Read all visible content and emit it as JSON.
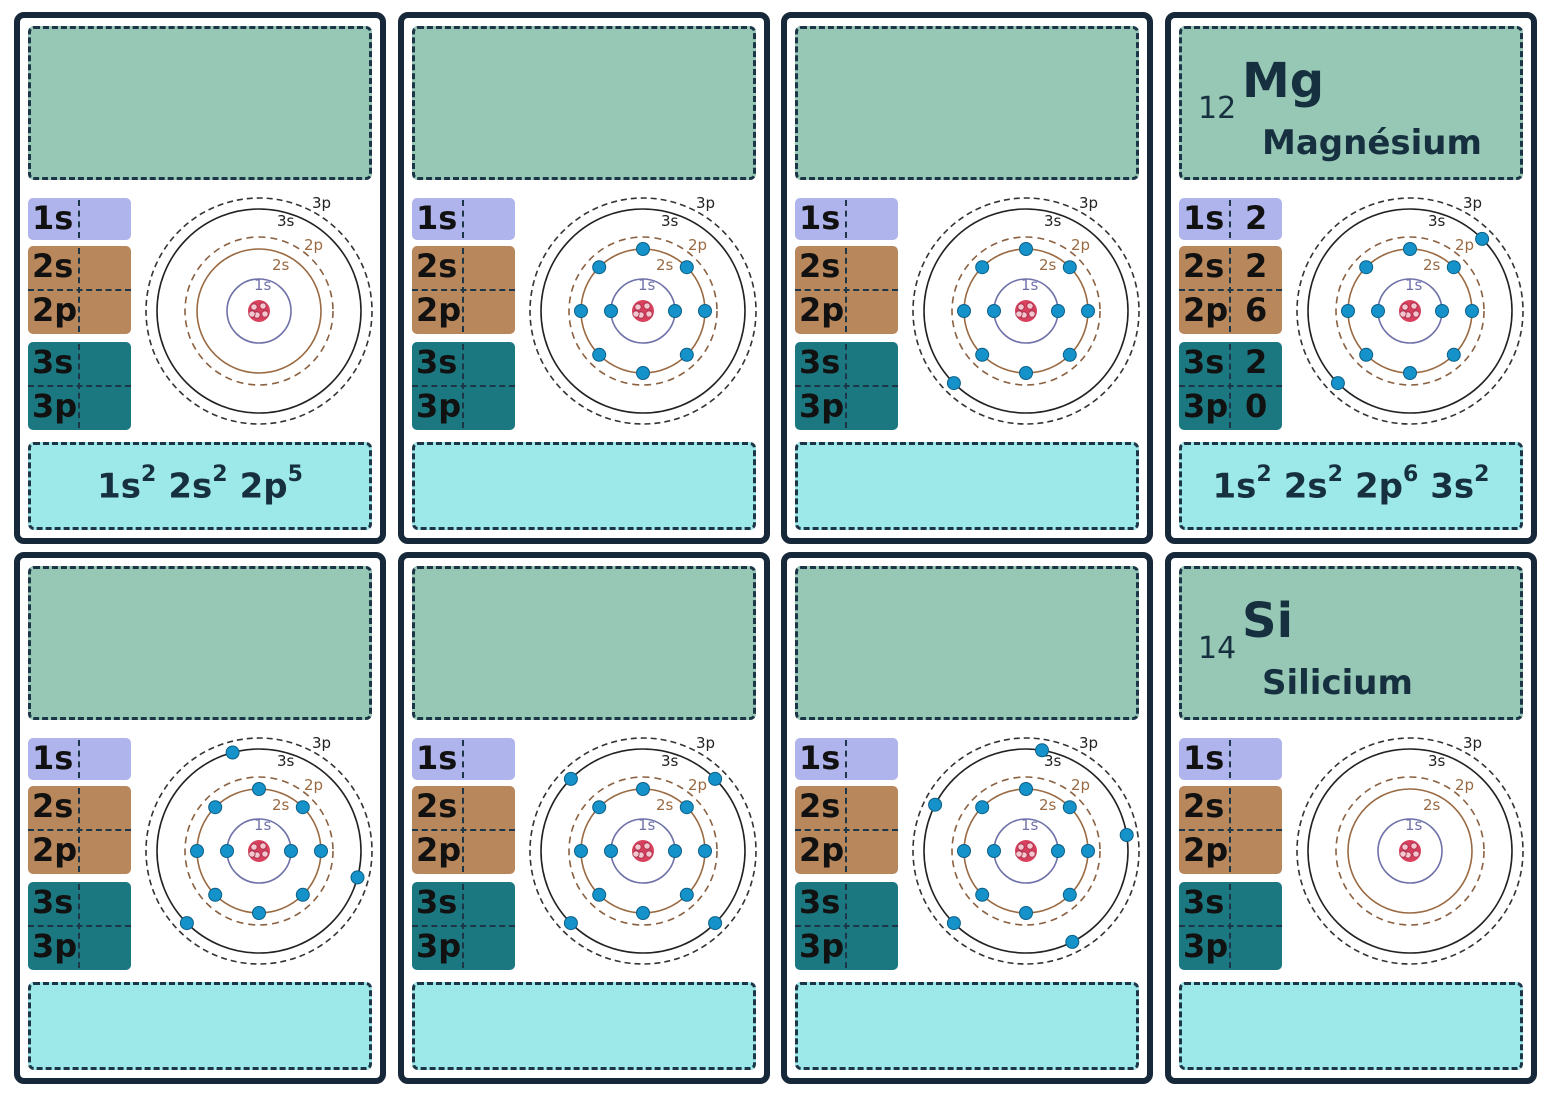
{
  "subshell_labels": [
    "1s",
    "2s",
    "2p",
    "3s",
    "3p"
  ],
  "shell_labels": [
    "1s",
    "2s",
    "2p",
    "3s",
    "3p"
  ],
  "colors": {
    "name_box": "#96c8b5",
    "config_box": "#9de9ea",
    "s1": "#b0b4ec",
    "s2p2": "#b9875c",
    "s3p3": "#1c7880",
    "electron": "#1592c9",
    "nucleus": "#d8405e",
    "border": "#17283a"
  },
  "cards": [
    {
      "symbol": "",
      "atomic_number": "",
      "name": "",
      "counts": [
        "",
        "",
        "",
        "",
        ""
      ],
      "config": [
        {
          "orb": "1s",
          "exp": "2"
        },
        {
          "orb": "2s",
          "exp": "2"
        },
        {
          "orb": "2p",
          "exp": "5"
        }
      ],
      "electrons": {
        "k": 0,
        "L": 0,
        "M": 0
      }
    },
    {
      "symbol": "",
      "atomic_number": "",
      "name": "",
      "counts": [
        "",
        "",
        "",
        "",
        ""
      ],
      "config": [],
      "electrons": {
        "k": 2,
        "L": 8,
        "M": 0
      }
    },
    {
      "symbol": "",
      "atomic_number": "",
      "name": "",
      "counts": [
        "",
        "",
        "",
        "",
        ""
      ],
      "config": [],
      "electrons": {
        "k": 2,
        "L": 8,
        "M": 1
      }
    },
    {
      "symbol": "Mg",
      "atomic_number": "12",
      "name": "Magnésium",
      "counts": [
        "2",
        "2",
        "6",
        "2",
        "0"
      ],
      "config": [
        {
          "orb": "1s",
          "exp": "2"
        },
        {
          "orb": "2s",
          "exp": "2"
        },
        {
          "orb": "2p",
          "exp": "6"
        },
        {
          "orb": "3s",
          "exp": "2"
        }
      ],
      "electrons": {
        "k": 2,
        "L": 8,
        "M": 2
      }
    },
    {
      "symbol": "",
      "atomic_number": "",
      "name": "",
      "counts": [
        "",
        "",
        "",
        "",
        ""
      ],
      "config": [],
      "electrons": {
        "k": 2,
        "L": 8,
        "M": 3
      }
    },
    {
      "symbol": "",
      "atomic_number": "",
      "name": "",
      "counts": [
        "",
        "",
        "",
        "",
        ""
      ],
      "config": [],
      "electrons": {
        "k": 2,
        "L": 8,
        "M": 4
      }
    },
    {
      "symbol": "",
      "atomic_number": "",
      "name": "",
      "counts": [
        "",
        "",
        "",
        "",
        ""
      ],
      "config": [],
      "electrons": {
        "k": 2,
        "L": 8,
        "M": 5
      }
    },
    {
      "symbol": "Si",
      "atomic_number": "14",
      "name": "Silicium",
      "counts": [
        "",
        "",
        "",
        "",
        ""
      ],
      "config": [],
      "electrons": {
        "k": 0,
        "L": 0,
        "M": 0
      }
    }
  ]
}
